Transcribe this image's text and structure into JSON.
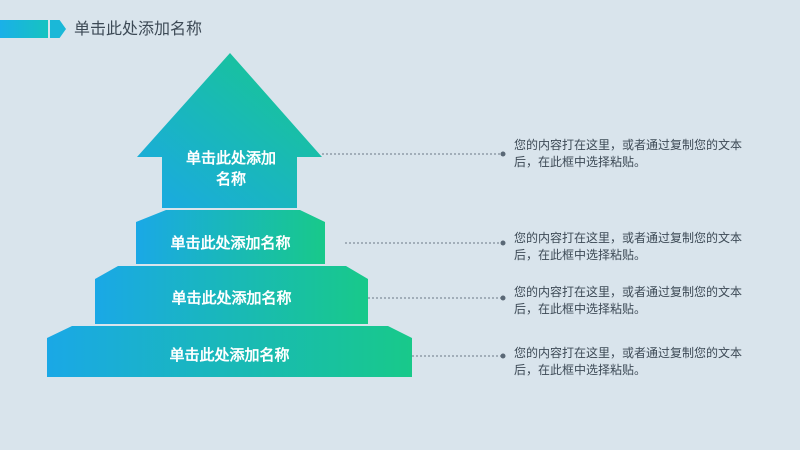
{
  "page": {
    "title": "单击此处添加名称"
  },
  "tiers": [
    {
      "label": "单击此处添加名称",
      "description": "您的内容打在这里，或者通过复制您的文本后，在此框中选择粘贴。"
    },
    {
      "label": "单击此处添加名称",
      "description": "您的内容打在这里，或者通过复制您的文本后，在此框中选择粘贴。"
    },
    {
      "label": "单击此处添加名称",
      "description": "您的内容打在这里，或者通过复制您的文本后，在此框中选择粘贴。"
    },
    {
      "label": "单击此处添加名称",
      "description": "您的内容打在这里，或者通过复制您的文本后，在此框中选择粘贴。"
    }
  ],
  "colors": {
    "gradient_start": "#1aa8e6",
    "gradient_end": "#18c98a",
    "background": "#d9e4ec",
    "connector": "#6a7886"
  }
}
